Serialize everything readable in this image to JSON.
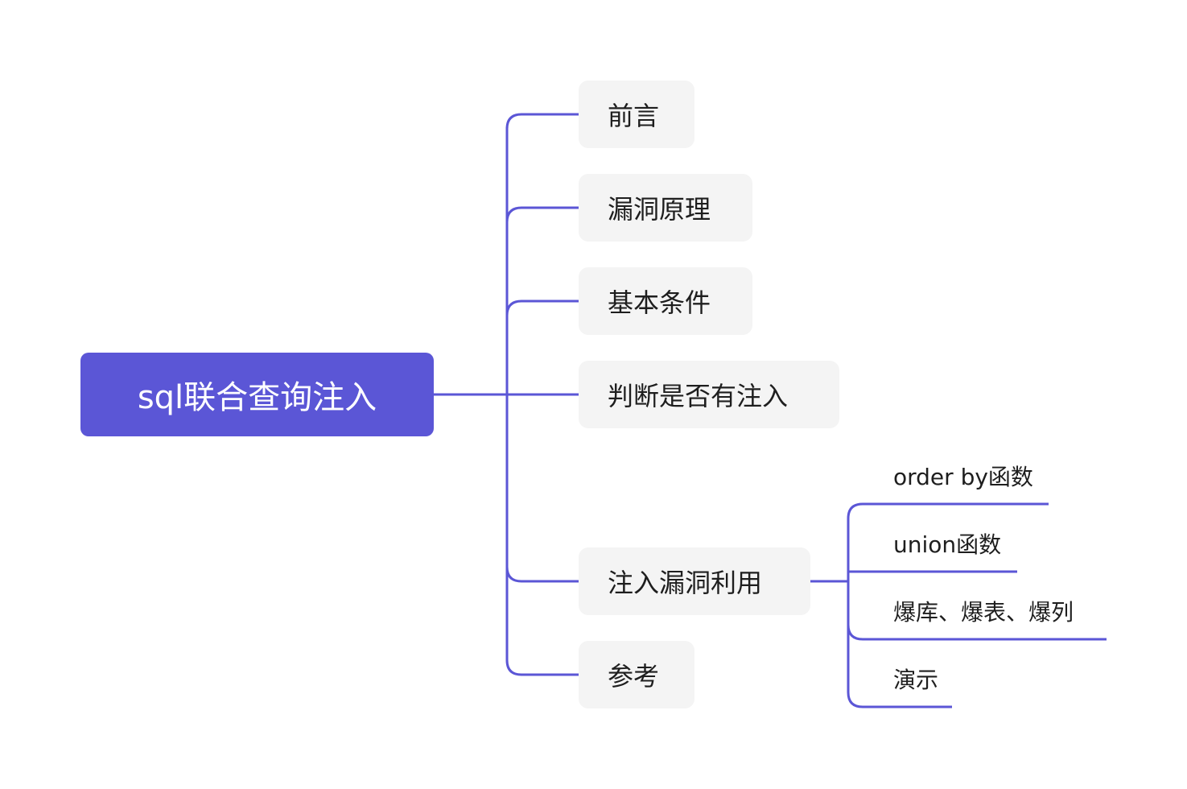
{
  "colors": {
    "accent": "#5b56d6",
    "branch_bg": "#f4f4f4",
    "text": "#1e1e1e",
    "root_text": "#ffffff"
  },
  "root": {
    "label": "sql联合查询注入"
  },
  "branches": [
    {
      "label": "前言"
    },
    {
      "label": "漏洞原理"
    },
    {
      "label": "基本条件"
    },
    {
      "label": "判断是否有注入"
    },
    {
      "label": "注入漏洞利用",
      "children": [
        {
          "label": "order by函数"
        },
        {
          "label": "union函数"
        },
        {
          "label": "爆库、爆表、爆列"
        },
        {
          "label": "演示"
        }
      ]
    },
    {
      "label": "参考"
    }
  ]
}
